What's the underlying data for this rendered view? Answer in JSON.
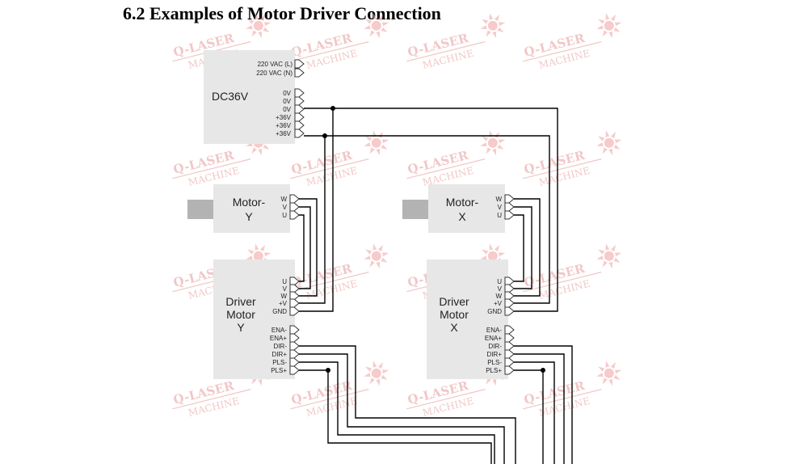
{
  "heading": "6.2 Examples of Motor Driver Connection",
  "watermark": {
    "line1": "Q-LASER",
    "line2": "MACHINE",
    "color": "#e69a9a"
  },
  "power_supply": {
    "label": "DC36V",
    "ac_pins": [
      "220 VAC (L)",
      "220 VAC (N)"
    ],
    "dc_pins": [
      "0V",
      "0V",
      "0V",
      "+36V",
      "+36V",
      "+36V"
    ]
  },
  "motor_y": {
    "label_line1": "Motor-",
    "label_line2": "Y",
    "pins": [
      "W",
      "V",
      "U"
    ]
  },
  "motor_x": {
    "label_line1": "Motor-",
    "label_line2": "X",
    "pins": [
      "W",
      "V",
      "U"
    ]
  },
  "driver_y": {
    "label_lines": [
      "Driver",
      "Motor",
      "Y"
    ],
    "power_pins": [
      "U",
      "V",
      "W",
      "+V",
      "GND"
    ],
    "signal_pins": [
      "ENA-",
      "ENA+",
      "DIR-",
      "DIR+",
      "PLS-",
      "PLS+"
    ]
  },
  "driver_x": {
    "label_lines": [
      "Driver",
      "Motor",
      "X"
    ],
    "power_pins": [
      "U",
      "V",
      "W",
      "+V",
      "GND"
    ],
    "signal_pins": [
      "ENA-",
      "ENA+",
      "DIR-",
      "DIR+",
      "PLS-",
      "PLS+"
    ]
  }
}
